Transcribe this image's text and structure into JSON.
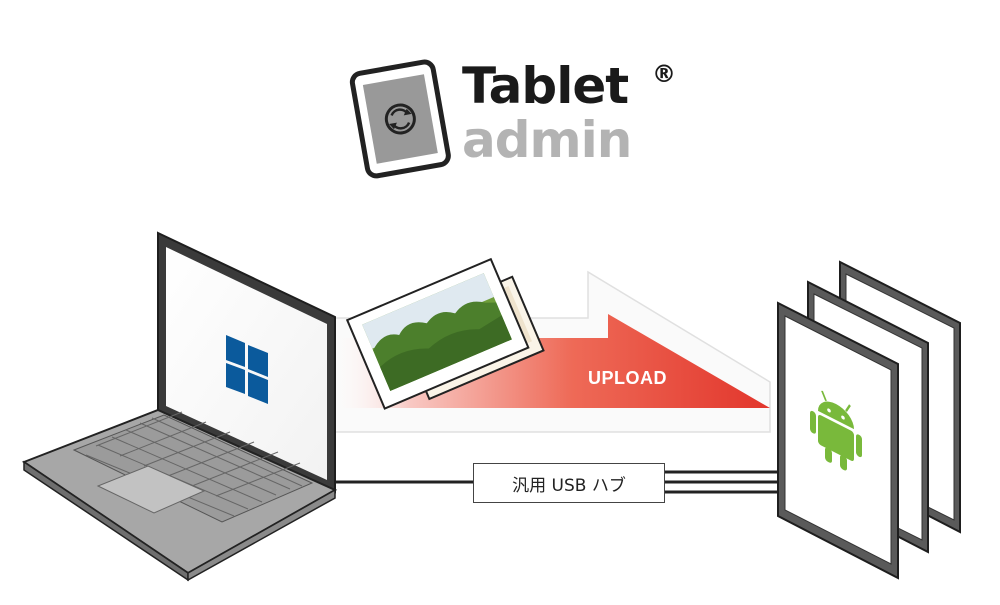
{
  "logo": {
    "title": "Tablet",
    "registered": "®",
    "subtitle": "admin",
    "icon": "tablet-sync-icon"
  },
  "upload": {
    "label": "UPLOAD",
    "arrow_color": "#e2362c"
  },
  "hub": {
    "label": "汎用 USB ハブ"
  },
  "devices": {
    "laptop_os_icon": "windows-logo-icon",
    "laptop_os_color": "#0b5a9c",
    "tablet_os_icon": "android-robot-icon",
    "tablet_os_color": "#79b93b",
    "tablet_count": 3
  },
  "photo_icon": "landscape-photo-icon"
}
